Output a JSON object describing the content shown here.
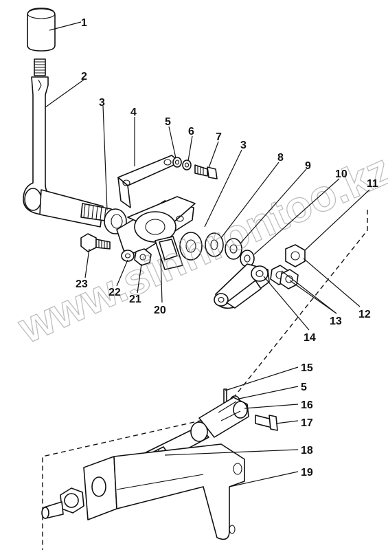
{
  "diagram": {
    "type": "exploded-parts-view",
    "watermark": "www.sinhrontoo.kz",
    "part_numbers": [
      "1",
      "2",
      "3",
      "4",
      "5",
      "6",
      "7",
      "3",
      "8",
      "9",
      "10",
      "11",
      "12",
      "13",
      "14",
      "20",
      "21",
      "22",
      "23",
      "15",
      "5",
      "16",
      "17",
      "18",
      "19"
    ]
  }
}
